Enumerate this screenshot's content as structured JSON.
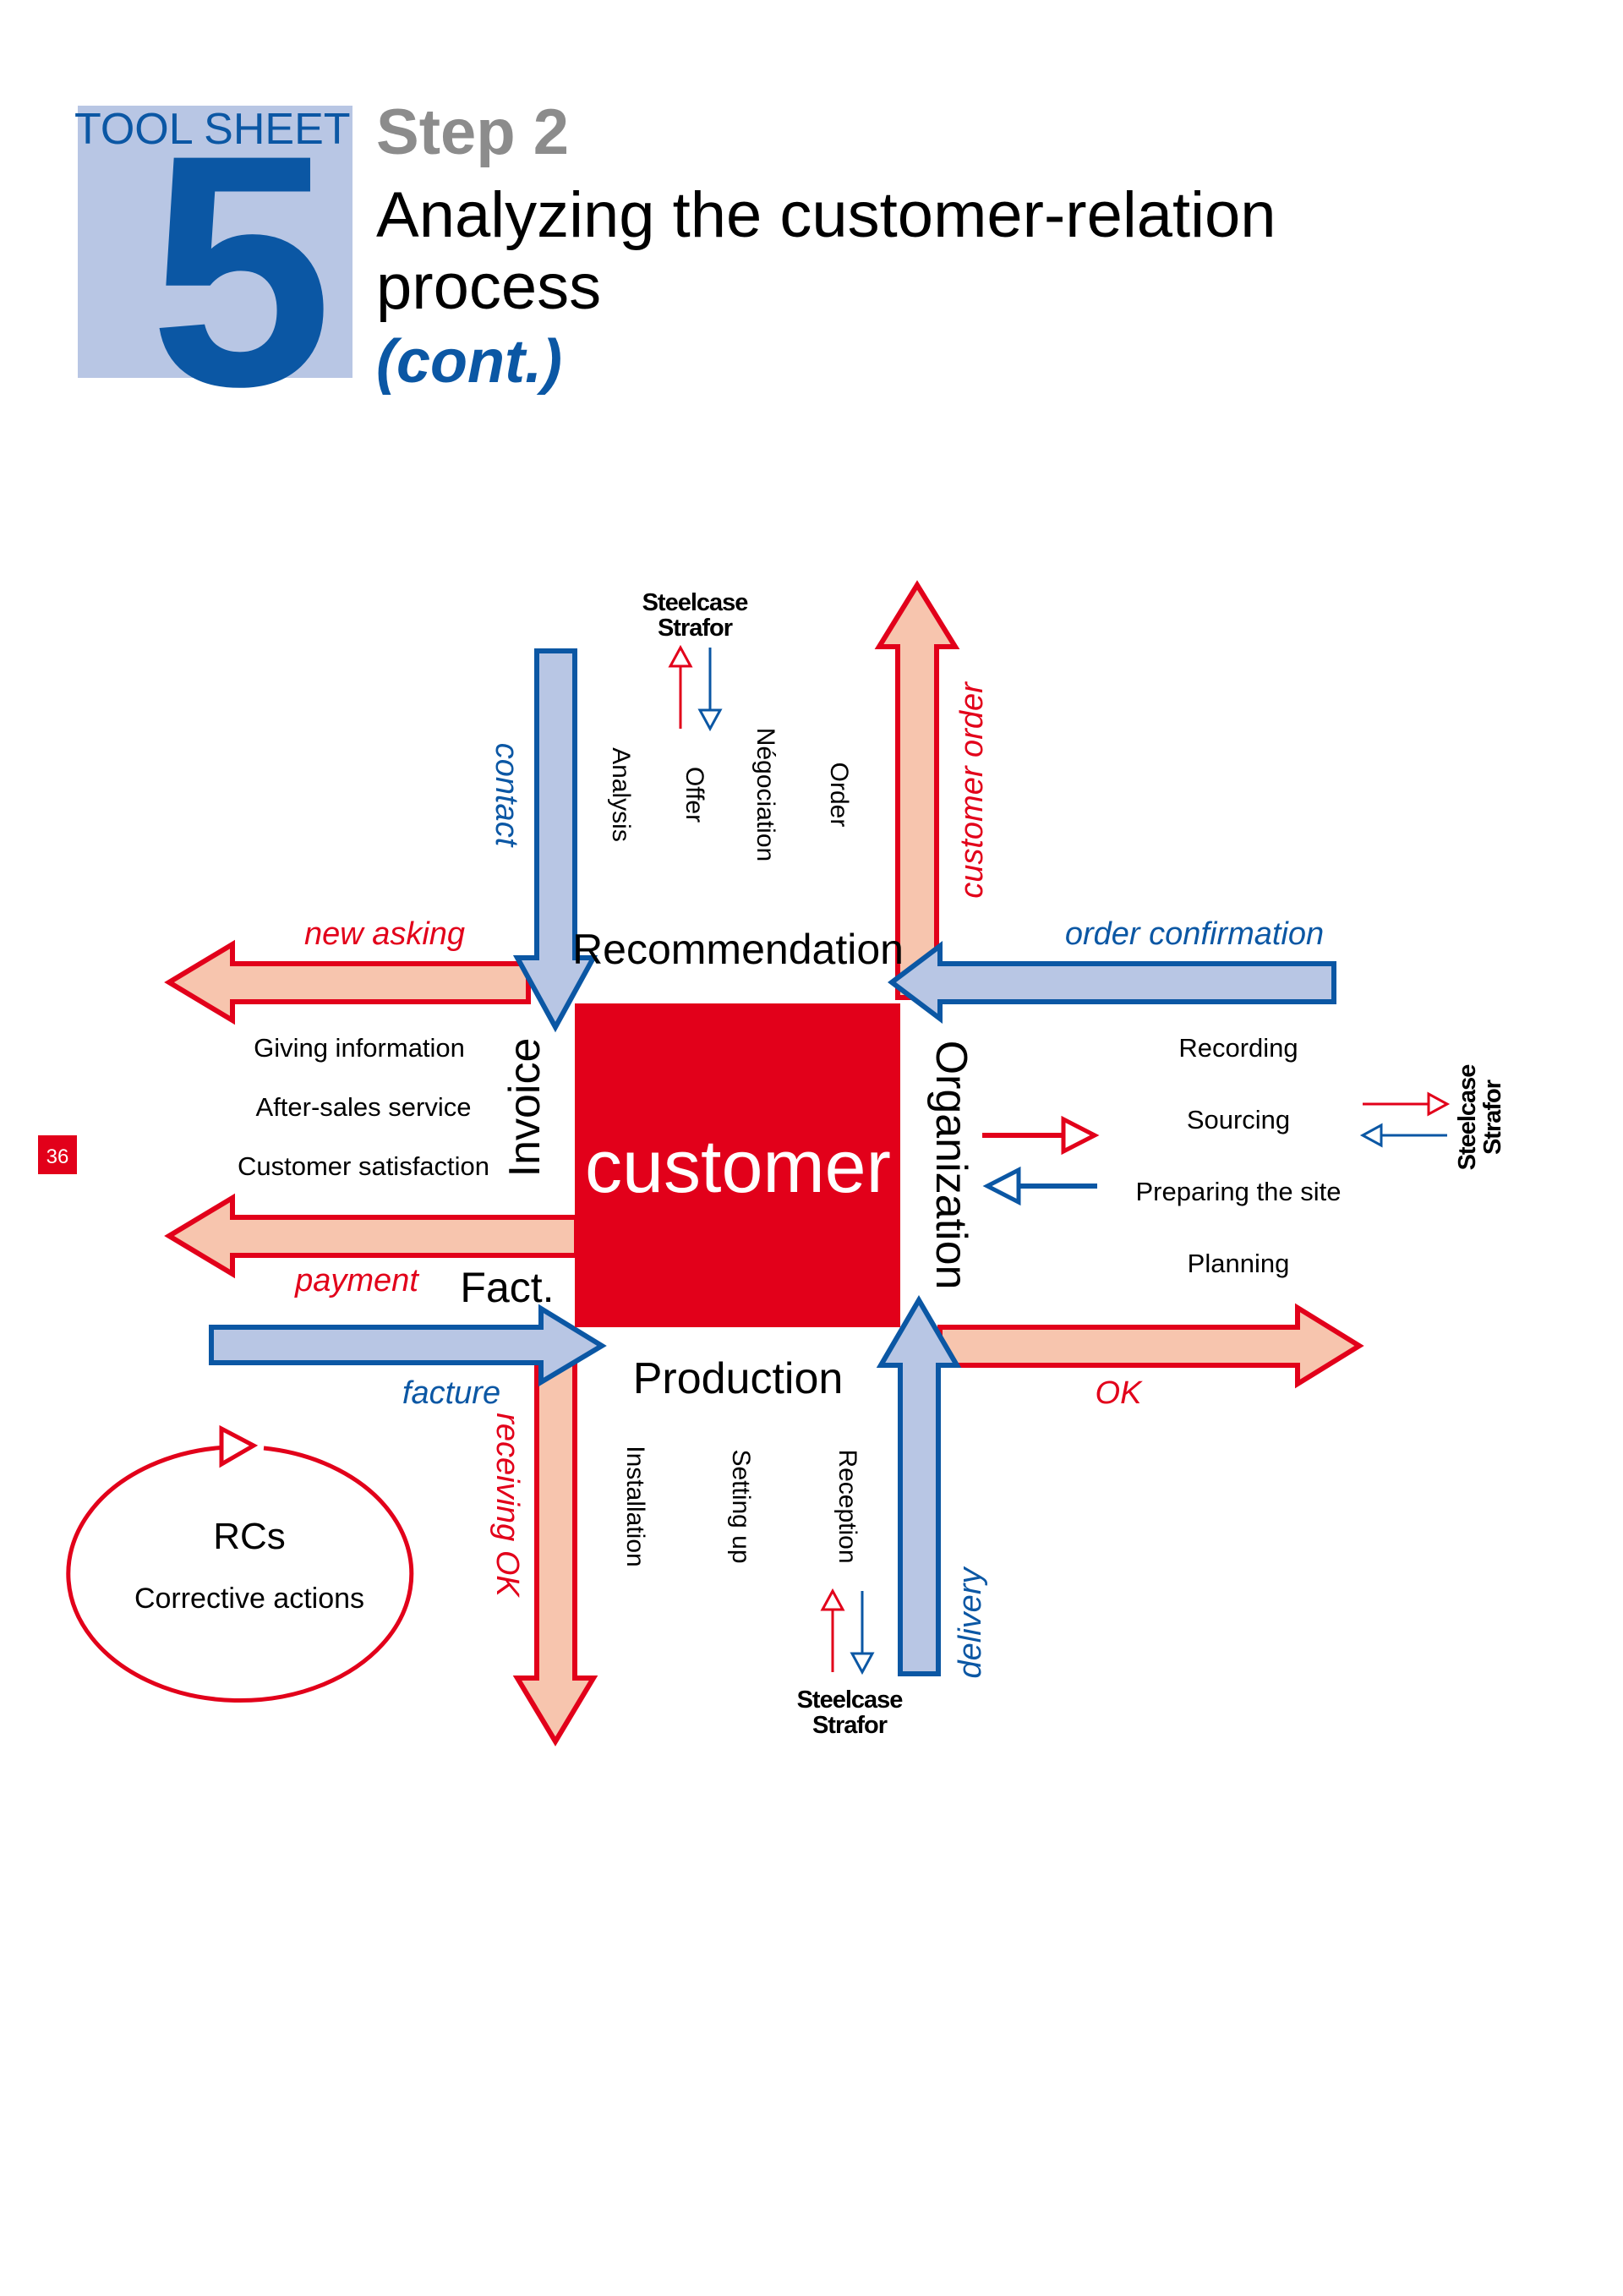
{
  "header": {
    "tool_sheet": "TOOL SHEET",
    "number": "5",
    "step": "Step 2",
    "title_line1": "Analyzing the customer-relation",
    "title_line2": "process",
    "title_cont": "(cont.)"
  },
  "page_number": "36",
  "center": {
    "label": "customer"
  },
  "quadrants": {
    "top": "Recommendation",
    "right": "Organization",
    "bottom": "Production",
    "left_invoice": "Invoice",
    "left_fact": "Fact."
  },
  "arrows": {
    "contact": "contact",
    "customer_order": "customer order",
    "order_confirmation": "order confirmation",
    "new_asking": "new asking",
    "payment": "payment",
    "facture": "facture",
    "receiving_ok": "receiving OK",
    "ok": "OK",
    "delivery": "delivery"
  },
  "steelcase": {
    "line1": "Steelcase",
    "line2": "Strafor"
  },
  "top_steps": [
    "Analysis",
    "Offer",
    "Négociation",
    "Order"
  ],
  "right_steps": [
    "Recording",
    "Sourcing",
    "Preparing the site",
    "Planning"
  ],
  "bottom_steps": [
    "Installation",
    "Setting up",
    "Reception"
  ],
  "left_steps": [
    "Giving information",
    "After-sales service",
    "Customer satisfaction"
  ],
  "loop": {
    "title": "RCs",
    "subtitle": "Corrective actions"
  },
  "colors": {
    "blue": "#0b57a4",
    "blue_fill": "#b8c6e4",
    "red": "#e2001a",
    "salmon_fill": "#f7c5ae",
    "grey": "#8c8c8c"
  }
}
